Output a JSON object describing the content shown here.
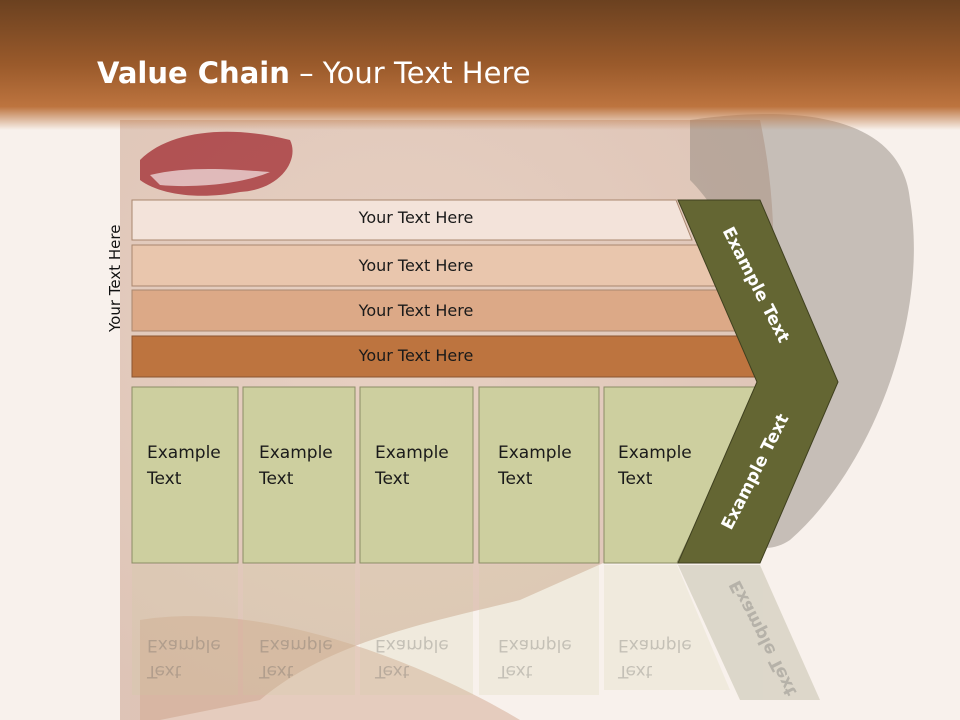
{
  "slide": {
    "title_bold": "Value Chain",
    "title_rest": " – Your Text Here"
  },
  "side_label": "Your Text Here",
  "bars": [
    {
      "label": "Your Text Here"
    },
    {
      "label": "Your Text Here"
    },
    {
      "label": "Your Text Here"
    },
    {
      "label": "Your Text Here"
    }
  ],
  "boxes": [
    {
      "line1": "Example",
      "line2": "Text"
    },
    {
      "line1": "Example",
      "line2": "Text"
    },
    {
      "line1": "Example",
      "line2": "Text"
    },
    {
      "line1": "Example",
      "line2": "Text"
    },
    {
      "line1": "Example",
      "line2": "Text"
    }
  ],
  "arrow": {
    "upper_label": "Example Text",
    "lower_label": "Example Text"
  },
  "colors": {
    "title_bar": "#9a5a2b",
    "bar1": "#f3e3da",
    "bar2": "#e9c6ad",
    "bar3": "#dca987",
    "bar4": "#bd743f",
    "box_fill": "#cdcf9f",
    "arrow_fill": "#646633"
  }
}
